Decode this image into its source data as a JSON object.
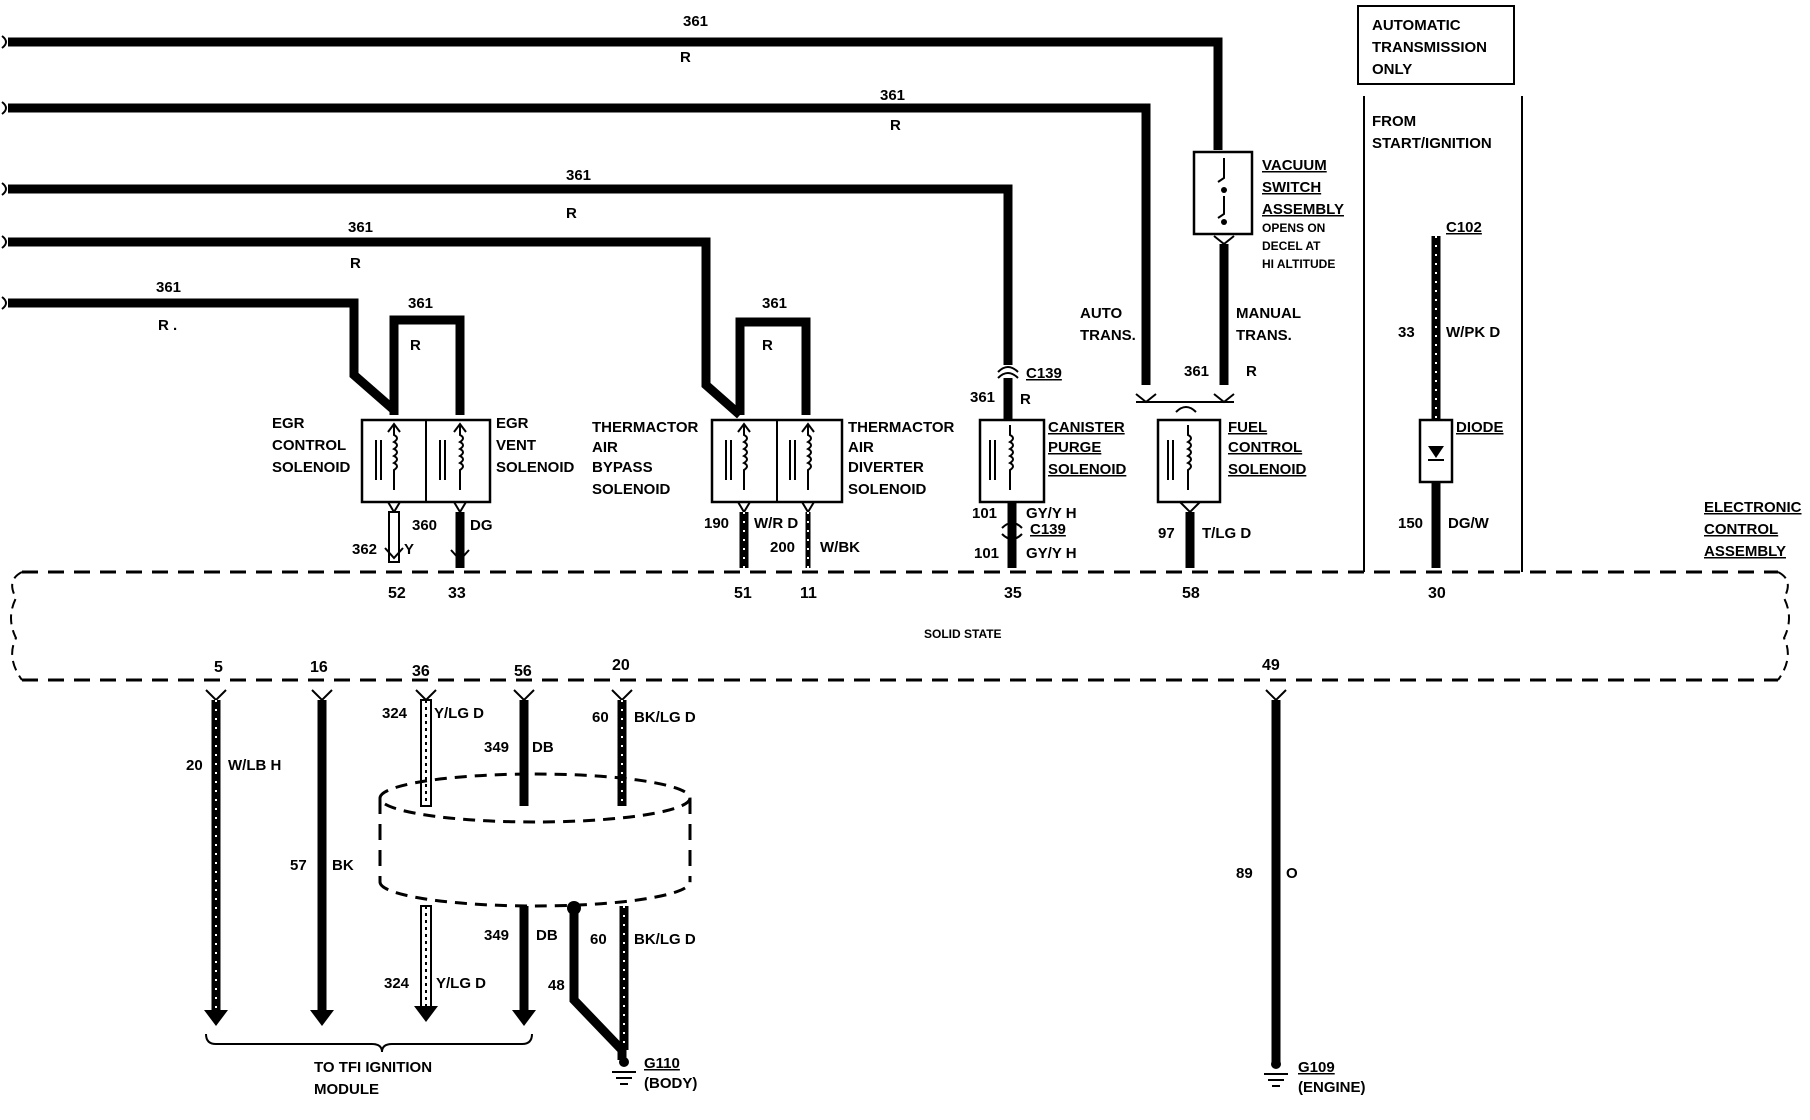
{
  "top_wires": [
    {
      "num": "361",
      "color": "R"
    },
    {
      "num": "361",
      "color": "R"
    },
    {
      "num": "361",
      "color": "R"
    },
    {
      "num": "361",
      "color": "R"
    },
    {
      "num": "361",
      "color": "R ."
    }
  ],
  "egr": {
    "feed_num": "361",
    "feed_color": "R",
    "control": [
      "EGR",
      "CONTROL",
      "SOLENOID"
    ],
    "vent": [
      "EGR",
      "VENT",
      "SOLENOID"
    ],
    "w1_num": "362",
    "w1_color": "Y",
    "w2_num": "360",
    "w2_color": "DG"
  },
  "thermactor": {
    "feed_num": "361",
    "feed_color": "R",
    "bypass": [
      "THERMACTOR",
      "AIR",
      "BYPASS",
      "SOLENOID"
    ],
    "diverter": [
      "THERMACTOR",
      "AIR",
      "DIVERTER",
      "SOLENOID"
    ],
    "w1_num": "190",
    "w1_color": "W/R D",
    "w2_num": "200",
    "w2_color": "W/BK"
  },
  "canister": {
    "conn_top": "C139",
    "feed_num": "361",
    "feed_color": "R",
    "label": [
      "CANISTER",
      "PURGE",
      "SOLENOID"
    ],
    "w1_num": "101",
    "w1_color": "GY/Y H",
    "conn_bottom": "C139",
    "w2_num": "101",
    "w2_color": "GY/Y H"
  },
  "vacuum_switch": {
    "label": [
      "VACUUM",
      "SWITCH",
      "ASSEMBLY"
    ],
    "note": [
      "OPENS ON",
      "DECEL AT",
      "HI ALTITUDE"
    ]
  },
  "fuel": {
    "auto_label": [
      "AUTO",
      "TRANS."
    ],
    "manual_label": [
      "MANUAL",
      "TRANS."
    ],
    "feed_num": "361",
    "feed_color": "R",
    "label": [
      "FUEL",
      "CONTROL",
      "SOLENOID"
    ],
    "w_num": "97",
    "w_color": "T/LG D"
  },
  "auto_trans": {
    "header": [
      "AUTOMATIC",
      "TRANSMISSION",
      "ONLY"
    ],
    "from": [
      "FROM",
      "START/IGNITION"
    ],
    "connector": "C102",
    "w1_num": "33",
    "w1_color": "W/PK D",
    "diode": "DIODE",
    "w2_num": "150",
    "w2_color": "DG/W"
  },
  "eca": {
    "label": [
      "ELECTRONIC",
      "CONTROL",
      "ASSEMBLY"
    ],
    "center": "SOLID STATE",
    "top_pins": [
      "52",
      "33",
      "51",
      "11",
      "35",
      "58",
      "30"
    ],
    "bottom_pins": [
      "5",
      "16",
      "36",
      "56",
      "20",
      "49"
    ]
  },
  "tfi": {
    "wires": [
      {
        "num": "20",
        "color": "W/LB H"
      },
      {
        "num": "57",
        "color": "BK"
      },
      {
        "num": "324",
        "color": "Y/LG D"
      },
      {
        "num": "349",
        "color": "DB"
      },
      {
        "num": "60",
        "color": "BK/LG D"
      }
    ],
    "lower": [
      {
        "num": "349",
        "color": "DB"
      },
      {
        "num": "60",
        "color": "BK/LG D"
      },
      {
        "num": "324",
        "color": "Y/LG D"
      }
    ],
    "shield_num": "48",
    "module": [
      "TO TFI IGNITION",
      "MODULE"
    ]
  },
  "grounds": {
    "g110": {
      "name": "G110",
      "loc": "(BODY)"
    },
    "g109": {
      "name": "G109",
      "loc": "(ENGINE)"
    },
    "w_num": "89",
    "w_color": "O"
  }
}
